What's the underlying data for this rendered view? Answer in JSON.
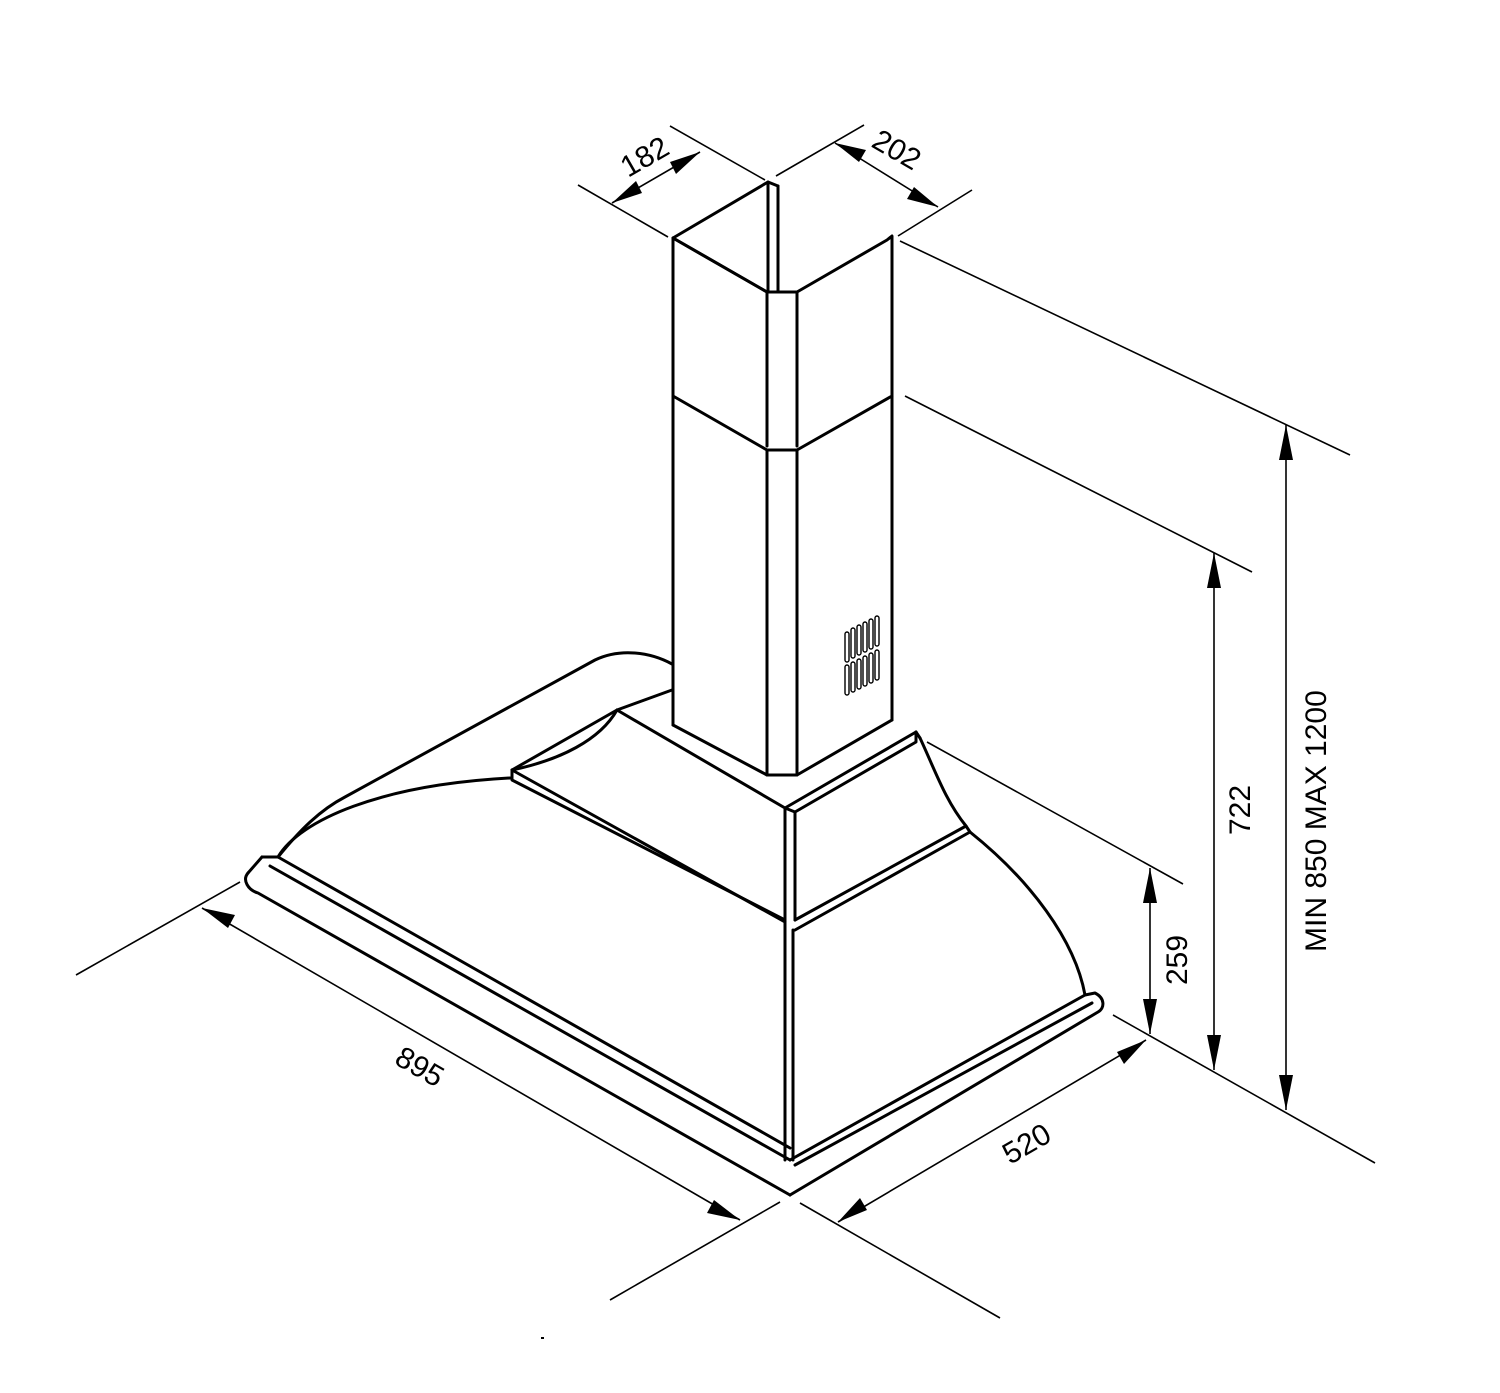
{
  "drawing": {
    "subject": "Chimney range hood technical dimension drawing",
    "units": "mm",
    "line_color": "#000000",
    "background": "#ffffff"
  },
  "dimensions": {
    "chimney_depth": {
      "label": "182"
    },
    "chimney_width": {
      "label": "202"
    },
    "total_height": {
      "label": "MIN 850 MAX 1200"
    },
    "chimney_lower_height": {
      "label": "722"
    },
    "canopy_height": {
      "label": "259"
    },
    "hood_width": {
      "label": "895"
    },
    "hood_depth": {
      "label": "520"
    }
  },
  "features": {
    "vent_slots": {
      "rows": 2,
      "per_row": 6
    }
  }
}
